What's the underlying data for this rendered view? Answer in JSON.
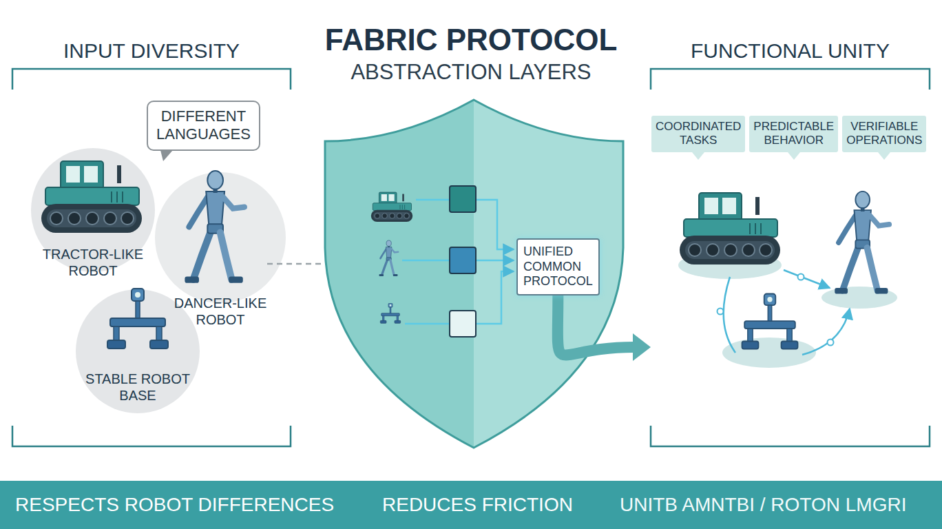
{
  "diagram": {
    "title": "FABRIC PROTOCOL",
    "nodes": [
      {
        "text": [
          "INPUT DIVERSITY"
        ]
      },
      {
        "text": [
          "DIFFERENT LANGUAGES"
        ],
        "in": 0
      },
      {
        "text": [
          "TRACTOR-LIKE ROBOT"
        ],
        "in": 0
      },
      {
        "text": [
          "DANCER-LIKE ROBOT"
        ],
        "in": 0
      },
      {
        "text": [
          "STABLE ROBOT BASE"
        ],
        "in": 0
      },
      {
        "text": [
          "UNIFIED COMMON PROTOCOL"
        ]
      },
      {
        "text": [
          "FUNCTIONAL UNITY"
        ]
      },
      {
        "text": [
          "COORDINATED TASKS"
        ],
        "in": 6
      },
      {
        "text": [
          "PREDICTABLE BEHAVIOR"
        ],
        "in": 6
      },
      {
        "text": [
          "VERIFIABLE OPERATIONS"
        ],
        "in": 6
      },
      {
        "text": [
          "RESPECTS ROBOT DIFFERENCES",
          "REDUCES FRICTION",
          "UNITB AMNTBI / ROTON LMGRI"
        ]
      }
    ],
    "edges": [
      {
        "from": 5,
        "to": 6,
        "arrow": "to"
      }
    ],
    "labels": [
      "ABSTRACTION LAYERS"
    ]
  }
}
